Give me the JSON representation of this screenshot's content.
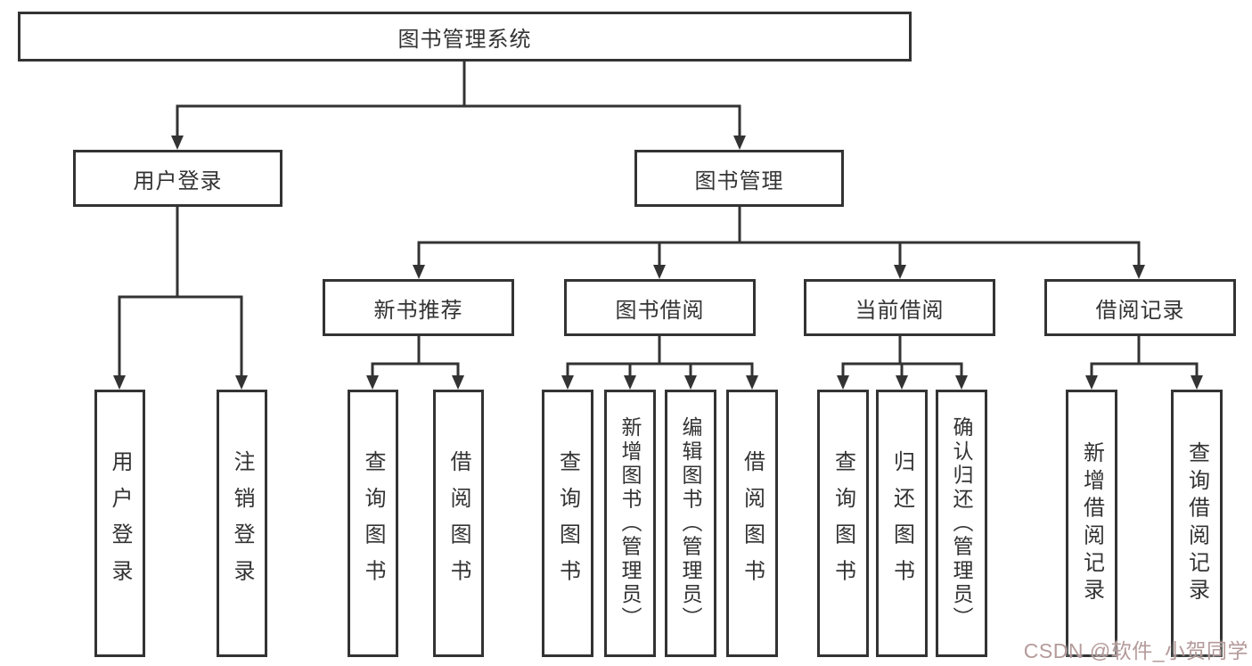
{
  "diagram": {
    "root": {
      "label": "图书管理系统"
    },
    "level2": [
      {
        "label": "用户登录"
      },
      {
        "label": "图书管理"
      }
    ],
    "level3": [
      {
        "label": "新书推荐"
      },
      {
        "label": "图书借阅"
      },
      {
        "label": "当前借阅"
      },
      {
        "label": "借阅记录"
      }
    ],
    "leaves": {
      "user_login": [
        {
          "label": "用户登录"
        },
        {
          "label": "注销登录"
        }
      ],
      "new_book_recommend": [
        {
          "label": "查询图书"
        },
        {
          "label": "借阅图书"
        }
      ],
      "book_borrow": [
        {
          "label": "查询图书"
        },
        {
          "label": "新增图书（管理员）"
        },
        {
          "label": "编辑图书（管理员）"
        },
        {
          "label": "借阅图书"
        }
      ],
      "current_borrow": [
        {
          "label": "查询图书"
        },
        {
          "label": "归还图书"
        },
        {
          "label": "确认归还（管理员）"
        }
      ],
      "borrow_record": [
        {
          "label": "新增借阅记录"
        },
        {
          "label": "查询借阅记录"
        }
      ]
    },
    "watermark": "CSDN @软件_小贺同学",
    "colors": {
      "line": "#333333",
      "box_border": "#333333",
      "text": "#333333",
      "background": "#ffffff",
      "watermark": "#b59a9a"
    }
  }
}
